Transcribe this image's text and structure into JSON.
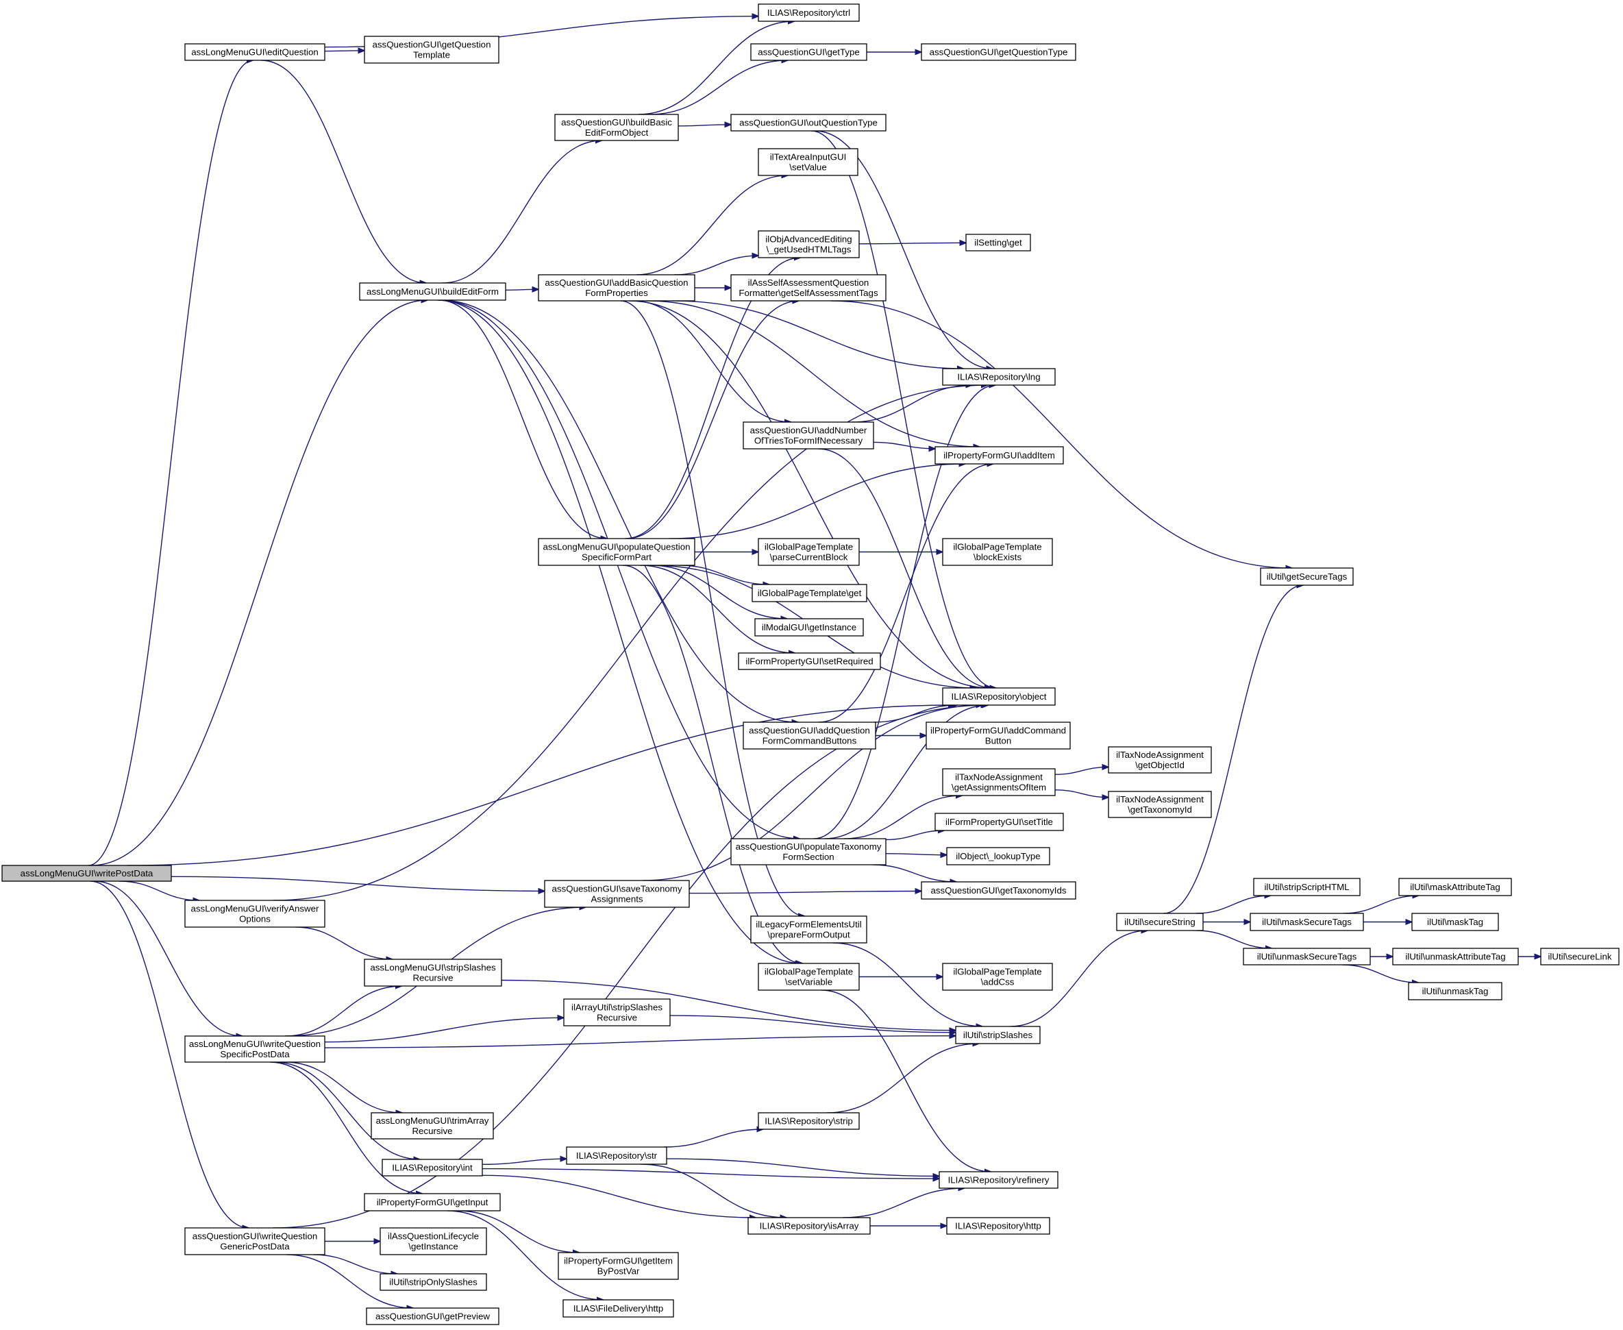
{
  "nodes": [
    {
      "id": "writePostData",
      "lines": [
        "assLongMenuGUI\\writePostData"
      ],
      "root": true
    },
    {
      "id": "editQuestion",
      "lines": [
        "assLongMenuGUI\\editQuestion"
      ]
    },
    {
      "id": "buildEditForm",
      "lines": [
        "assLongMenuGUI\\buildEditForm"
      ]
    },
    {
      "id": "verifyAnswerOptions",
      "lines": [
        "assLongMenuGUI\\verifyAnswer",
        "Options"
      ]
    },
    {
      "id": "writeQSPD",
      "lines": [
        "assLongMenuGUI\\writeQuestion",
        "SpecificPostData"
      ]
    },
    {
      "id": "writeQGPD",
      "lines": [
        "assQuestionGUI\\writeQuestion",
        "GenericPostData"
      ]
    },
    {
      "id": "getQuestionTemplate",
      "lines": [
        "assQuestionGUI\\getQuestion",
        "Template"
      ]
    },
    {
      "id": "buildBasicEditFormObject",
      "lines": [
        "assQuestionGUI\\buildBasic",
        "EditFormObject"
      ]
    },
    {
      "id": "addBasicQFP",
      "lines": [
        "assQuestionGUI\\addBasicQuestion",
        "FormProperties"
      ]
    },
    {
      "id": "populateQSFP",
      "lines": [
        "assLongMenuGUI\\populateQuestion",
        "SpecificFormPart"
      ]
    },
    {
      "id": "saveTaxonomyAssignments",
      "lines": [
        "assQuestionGUI\\saveTaxonomy",
        "Assignments"
      ]
    },
    {
      "id": "stripSlashesRecursive",
      "lines": [
        "assLongMenuGUI\\stripSlashes",
        "Recursive"
      ]
    },
    {
      "id": "trimArrayRecursive",
      "lines": [
        "assLongMenuGUI\\trimArray",
        "Recursive"
      ]
    },
    {
      "id": "repoInt",
      "lines": [
        "ILIAS\\Repository\\int"
      ]
    },
    {
      "id": "getInput",
      "lines": [
        "ilPropertyFormGUI\\getInput"
      ]
    },
    {
      "id": "lifecycleGetInstance",
      "lines": [
        "ilAssQuestionLifecycle",
        "\\getInstance"
      ]
    },
    {
      "id": "stripOnlySlashes",
      "lines": [
        "ilUtil\\stripOnlySlashes"
      ]
    },
    {
      "id": "getPreview",
      "lines": [
        "assQuestionGUI\\getPreview"
      ]
    },
    {
      "id": "repoCtrl",
      "lines": [
        "ILIAS\\Repository\\ctrl"
      ]
    },
    {
      "id": "getType",
      "lines": [
        "assQuestionGUI\\getType"
      ]
    },
    {
      "id": "getQuestionType",
      "lines": [
        "assQuestionGUI\\getQuestionType"
      ]
    },
    {
      "id": "outQuestionType",
      "lines": [
        "assQuestionGUI\\outQuestionType"
      ]
    },
    {
      "id": "textAreaSetValue",
      "lines": [
        "ilTextAreaInputGUI",
        "\\setValue"
      ]
    },
    {
      "id": "objAdvEditing",
      "lines": [
        "ilObjAdvancedEditing",
        "\\_getUsedHTMLTags"
      ]
    },
    {
      "id": "settingGet",
      "lines": [
        "ilSetting\\get"
      ]
    },
    {
      "id": "selfAssessFormatter",
      "lines": [
        "ilAssSelfAssessmentQuestion",
        "Formatter\\getSelfAssessmentTags"
      ]
    },
    {
      "id": "repoLng",
      "lines": [
        "ILIAS\\Repository\\lng"
      ]
    },
    {
      "id": "addNumberOfTries",
      "lines": [
        "assQuestionGUI\\addNumber",
        "OfTriesToFormIfNecessary"
      ]
    },
    {
      "id": "addItem",
      "lines": [
        "ilPropertyFormGUI\\addItem"
      ]
    },
    {
      "id": "parseCurrentBlock",
      "lines": [
        "ilGlobalPageTemplate",
        "\\parseCurrentBlock"
      ]
    },
    {
      "id": "blockExists",
      "lines": [
        "ilGlobalPageTemplate",
        "\\blockExists"
      ]
    },
    {
      "id": "gptGet",
      "lines": [
        "ilGlobalPageTemplate\\get"
      ]
    },
    {
      "id": "modalGetInstance",
      "lines": [
        "ilModalGUI\\getInstance"
      ]
    },
    {
      "id": "setRequired",
      "lines": [
        "ilFormPropertyGUI\\setRequired"
      ]
    },
    {
      "id": "repoObject",
      "lines": [
        "ILIAS\\Repository\\object"
      ]
    },
    {
      "id": "addQFCB",
      "lines": [
        "assQuestionGUI\\addQuestion",
        "FormCommandButtons"
      ]
    },
    {
      "id": "addCommandButton",
      "lines": [
        "ilPropertyFormGUI\\addCommand",
        "Button"
      ]
    },
    {
      "id": "getAssignmentsOfItem",
      "lines": [
        "ilTaxNodeAssignment",
        "\\getAssignmentsOfItem"
      ]
    },
    {
      "id": "getObjectId",
      "lines": [
        "ilTaxNodeAssignment",
        "\\getObjectId"
      ]
    },
    {
      "id": "getTaxonomyId",
      "lines": [
        "ilTaxNodeAssignment",
        "\\getTaxonomyId"
      ]
    },
    {
      "id": "populateTFS",
      "lines": [
        "assQuestionGUI\\populateTaxonomy",
        "FormSection"
      ]
    },
    {
      "id": "setTitle",
      "lines": [
        "ilFormPropertyGUI\\setTitle"
      ]
    },
    {
      "id": "lookupType",
      "lines": [
        "ilObject\\_lookupType"
      ]
    },
    {
      "id": "getTaxonomyIds",
      "lines": [
        "assQuestionGUI\\getTaxonomyIds"
      ]
    },
    {
      "id": "getSecureTags",
      "lines": [
        "ilUtil\\getSecureTags"
      ]
    },
    {
      "id": "legacyPrepare",
      "lines": [
        "ilLegacyFormElementsUtil",
        "\\prepareFormOutput"
      ]
    },
    {
      "id": "setVariable",
      "lines": [
        "ilGlobalPageTemplate",
        "\\setVariable"
      ]
    },
    {
      "id": "addCss",
      "lines": [
        "ilGlobalPageTemplate",
        "\\addCss"
      ]
    },
    {
      "id": "arrayUtilStrip",
      "lines": [
        "ilArrayUtil\\stripSlashes",
        "Recursive"
      ]
    },
    {
      "id": "stripSlashes",
      "lines": [
        "ilUtil\\stripSlashes"
      ]
    },
    {
      "id": "repoStrip",
      "lines": [
        "ILIAS\\Repository\\strip"
      ]
    },
    {
      "id": "repoStr",
      "lines": [
        "ILIAS\\Repository\\str"
      ]
    },
    {
      "id": "repoRefinery",
      "lines": [
        "ILIAS\\Repository\\refinery"
      ]
    },
    {
      "id": "repoIsArray",
      "lines": [
        "ILIAS\\Repository\\isArray"
      ]
    },
    {
      "id": "repoHttp",
      "lines": [
        "ILIAS\\Repository\\http"
      ]
    },
    {
      "id": "getItemByPostVar",
      "lines": [
        "ilPropertyFormGUI\\getItem",
        "ByPostVar"
      ]
    },
    {
      "id": "fileDeliveryHttp",
      "lines": [
        "ILIAS\\FileDelivery\\http"
      ]
    },
    {
      "id": "secureString",
      "lines": [
        "ilUtil\\secureString"
      ]
    },
    {
      "id": "stripScriptHTML",
      "lines": [
        "ilUtil\\stripScriptHTML"
      ]
    },
    {
      "id": "maskSecureTags",
      "lines": [
        "ilUtil\\maskSecureTags"
      ]
    },
    {
      "id": "unmaskSecureTags",
      "lines": [
        "ilUtil\\unmaskSecureTags"
      ]
    },
    {
      "id": "maskAttributeTag",
      "lines": [
        "ilUtil\\maskAttributeTag"
      ]
    },
    {
      "id": "maskTag",
      "lines": [
        "ilUtil\\maskTag"
      ]
    },
    {
      "id": "unmaskAttributeTag",
      "lines": [
        "ilUtil\\unmaskAttributeTag"
      ]
    },
    {
      "id": "secureLink",
      "lines": [
        "ilUtil\\secureLink"
      ]
    },
    {
      "id": "unmaskTag",
      "lines": [
        "ilUtil\\unmaskTag"
      ]
    }
  ],
  "edges": [
    [
      "writePostData",
      "editQuestion"
    ],
    [
      "writePostData",
      "buildEditForm"
    ],
    [
      "writePostData",
      "verifyAnswerOptions"
    ],
    [
      "writePostData",
      "writeQSPD"
    ],
    [
      "writePostData",
      "writeQGPD"
    ],
    [
      "writePostData",
      "saveTaxonomyAssignments"
    ],
    [
      "writePostData",
      "repoObject"
    ],
    [
      "editQuestion",
      "repoCtrl"
    ],
    [
      "editQuestion",
      "getQuestionTemplate"
    ],
    [
      "editQuestion",
      "buildEditForm"
    ],
    [
      "buildEditForm",
      "buildBasicEditFormObject"
    ],
    [
      "buildEditForm",
      "addBasicQFP"
    ],
    [
      "buildEditForm",
      "populateQSFP"
    ],
    [
      "buildEditForm",
      "addQFCB"
    ],
    [
      "buildEditForm",
      "populateTFS"
    ],
    [
      "buildEditForm",
      "setVariable"
    ],
    [
      "buildBasicEditFormObject",
      "repoCtrl"
    ],
    [
      "buildBasicEditFormObject",
      "getType"
    ],
    [
      "buildBasicEditFormObject",
      "outQuestionType"
    ],
    [
      "getType",
      "getQuestionType"
    ],
    [
      "outQuestionType",
      "repoLng"
    ],
    [
      "outQuestionType",
      "repoObject"
    ],
    [
      "addBasicQFP",
      "textAreaSetValue"
    ],
    [
      "addBasicQFP",
      "objAdvEditing"
    ],
    [
      "addBasicQFP",
      "selfAssessFormatter"
    ],
    [
      "addBasicQFP",
      "addNumberOfTries"
    ],
    [
      "addBasicQFP",
      "addItem"
    ],
    [
      "addBasicQFP",
      "repoObject"
    ],
    [
      "addBasicQFP",
      "repoLng"
    ],
    [
      "addBasicQFP",
      "legacyPrepare"
    ],
    [
      "objAdvEditing",
      "settingGet"
    ],
    [
      "selfAssessFormatter",
      "getSecureTags"
    ],
    [
      "addNumberOfTries",
      "repoLng"
    ],
    [
      "addNumberOfTries",
      "addItem"
    ],
    [
      "addNumberOfTries",
      "repoObject"
    ],
    [
      "populateQSFP",
      "objAdvEditing"
    ],
    [
      "populateQSFP",
      "selfAssessFormatter"
    ],
    [
      "populateQSFP",
      "parseCurrentBlock"
    ],
    [
      "populateQSFP",
      "gptGet"
    ],
    [
      "populateQSFP",
      "modalGetInstance"
    ],
    [
      "populateQSFP",
      "setRequired"
    ],
    [
      "populateQSFP",
      "repoObject"
    ],
    [
      "populateQSFP",
      "addItem"
    ],
    [
      "populateQSFP",
      "setVariable"
    ],
    [
      "parseCurrentBlock",
      "blockExists"
    ],
    [
      "addQFCB",
      "addItem"
    ],
    [
      "addQFCB",
      "repoObject"
    ],
    [
      "addQFCB",
      "addCommandButton"
    ],
    [
      "populateTFS",
      "repoLng"
    ],
    [
      "populateTFS",
      "repoObject"
    ],
    [
      "populateTFS",
      "getAssignmentsOfItem"
    ],
    [
      "populateTFS",
      "setTitle"
    ],
    [
      "populateTFS",
      "lookupType"
    ],
    [
      "populateTFS",
      "getTaxonomyIds"
    ],
    [
      "getAssignmentsOfItem",
      "getObjectId"
    ],
    [
      "getAssignmentsOfItem",
      "getTaxonomyId"
    ],
    [
      "verifyAnswerOptions",
      "repoLng"
    ],
    [
      "verifyAnswerOptions",
      "stripSlashesRecursive"
    ],
    [
      "writeQSPD",
      "saveTaxonomyAssignments"
    ],
    [
      "writeQSPD",
      "stripSlashesRecursive"
    ],
    [
      "writeQSPD",
      "arrayUtilStrip"
    ],
    [
      "writeQSPD",
      "stripSlashes"
    ],
    [
      "writeQSPD",
      "trimArrayRecursive"
    ],
    [
      "writeQSPD",
      "repoInt"
    ],
    [
      "writeQSPD",
      "getInput"
    ],
    [
      "saveTaxonomyAssignments",
      "getTaxonomyIds"
    ],
    [
      "saveTaxonomyAssignments",
      "repoObject"
    ],
    [
      "stripSlashesRecursive",
      "stripSlashes"
    ],
    [
      "arrayUtilStrip",
      "stripSlashes"
    ],
    [
      "repoInt",
      "repoStr"
    ],
    [
      "repoInt",
      "repoRefinery"
    ],
    [
      "repoInt",
      "repoIsArray"
    ],
    [
      "repoStr",
      "repoStrip"
    ],
    [
      "repoStr",
      "repoRefinery"
    ],
    [
      "repoStr",
      "repoIsArray"
    ],
    [
      "repoStrip",
      "stripSlashes"
    ],
    [
      "repoIsArray",
      "repoRefinery"
    ],
    [
      "repoIsArray",
      "repoHttp"
    ],
    [
      "getInput",
      "getItemByPostVar"
    ],
    [
      "getInput",
      "fileDeliveryHttp"
    ],
    [
      "writeQGPD",
      "lifecycleGetInstance"
    ],
    [
      "writeQGPD",
      "stripOnlySlashes"
    ],
    [
      "writeQGPD",
      "getPreview"
    ],
    [
      "writeQGPD",
      "repoObject"
    ],
    [
      "setVariable",
      "addCss"
    ],
    [
      "setVariable",
      "repoRefinery"
    ],
    [
      "legacyPrepare",
      "stripSlashes"
    ],
    [
      "stripSlashes",
      "secureString"
    ],
    [
      "secureString",
      "getSecureTags"
    ],
    [
      "secureString",
      "stripScriptHTML"
    ],
    [
      "secureString",
      "maskSecureTags"
    ],
    [
      "secureString",
      "unmaskSecureTags"
    ],
    [
      "maskSecureTags",
      "maskAttributeTag"
    ],
    [
      "maskSecureTags",
      "maskTag"
    ],
    [
      "unmaskSecureTags",
      "unmaskAttributeTag"
    ],
    [
      "unmaskSecureTags",
      "unmaskTag"
    ],
    [
      "unmaskAttributeTag",
      "secureLink"
    ]
  ]
}
